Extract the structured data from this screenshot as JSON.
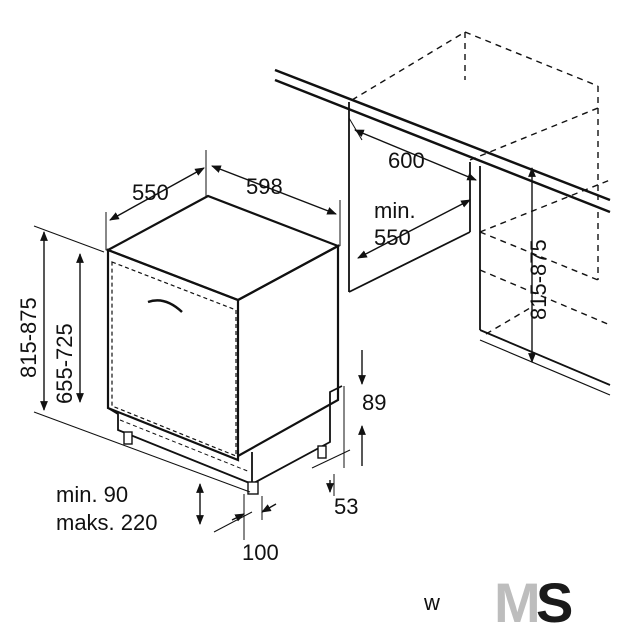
{
  "diagram": {
    "appliance_width": "598",
    "appliance_depth": "550",
    "niche_width": "600",
    "niche_depth_line1": "min.",
    "niche_depth_line2": "550",
    "niche_height": "815-875",
    "appliance_height": "815-875",
    "door_height": "655-725",
    "plinth_depth": "89",
    "foot_height": "53",
    "door_gap_line1": "min. 90",
    "door_gap_line2": "maks. 220",
    "foot_offset": "100"
  },
  "logo": {
    "small_mark": "w",
    "letter_m": "M",
    "letter_s": "S"
  }
}
